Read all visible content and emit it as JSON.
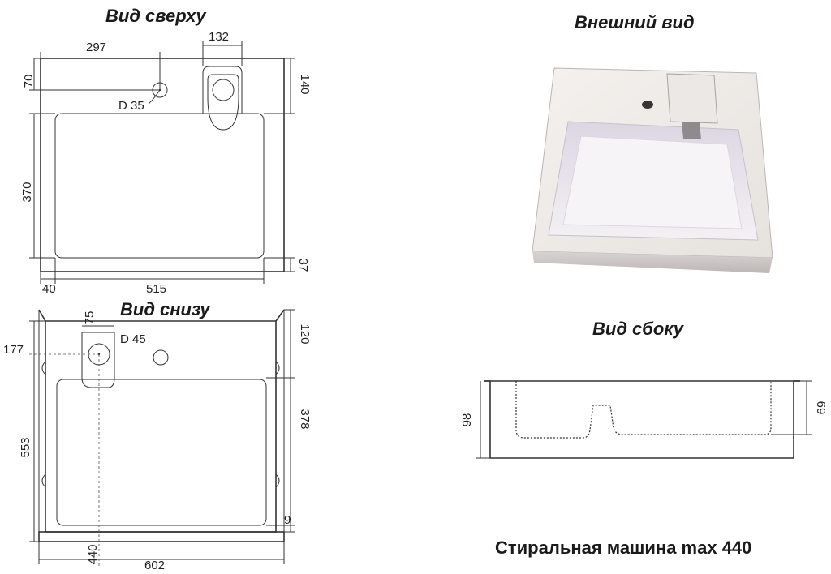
{
  "headings": {
    "top_view": "Вид сверху",
    "exterior_view": "Внешний вид",
    "bottom_view": "Вид снизу",
    "side_view": "Вид сбоку"
  },
  "caption": "Стиральная машина max 440",
  "top_view_dims": {
    "w297": "297",
    "w132": "132",
    "h70": "70",
    "h140": "140",
    "hole": "D 35",
    "h370": "370",
    "h37": "37",
    "w40": "40",
    "w515": "515"
  },
  "bottom_view_dims": {
    "w75": "75",
    "h120": "120",
    "hole": "D 45",
    "w177": "177",
    "h378": "378",
    "h553": "553",
    "h9": "9",
    "w440": "440",
    "w602": "602"
  },
  "side_view_dims": {
    "h98": "98",
    "h69": "69"
  },
  "colors": {
    "line": "#333333",
    "text": "#1a1a1a"
  }
}
